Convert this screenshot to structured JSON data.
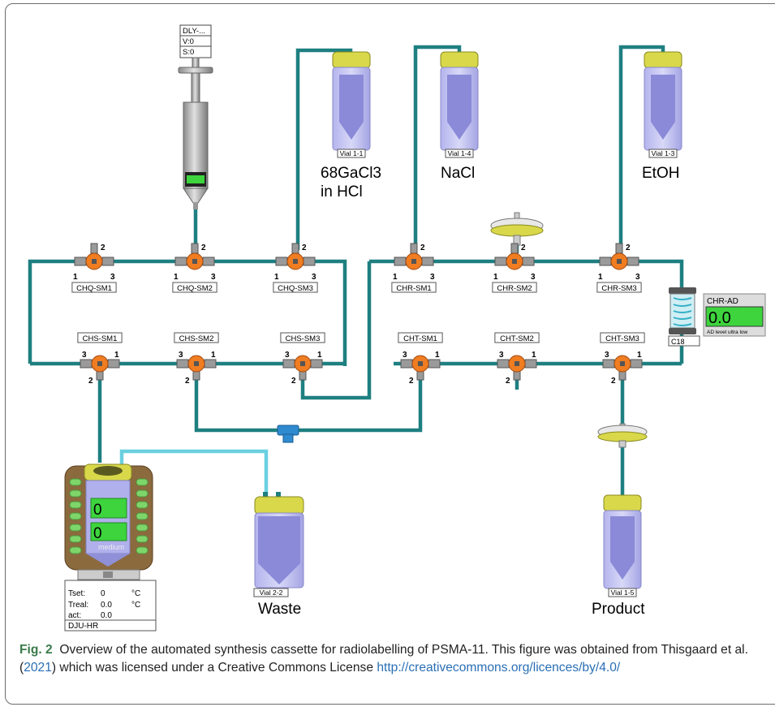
{
  "syringe": {
    "name": "DLY-...",
    "v": "V:0",
    "s": "S:0"
  },
  "reagents": [
    {
      "vial": "Vial 1-1",
      "line1": "68GaCl3",
      "line2": "in HCl"
    },
    {
      "vial": "Vial 1-4",
      "line1": "NaCl"
    },
    {
      "vial": "Vial 1-3",
      "line1": "EtOH"
    }
  ],
  "manifold_top": [
    "CHQ-SM1",
    "CHQ-SM2",
    "CHQ-SM3",
    "CHR-SM1",
    "CHR-SM2",
    "CHR-SM3"
  ],
  "manifold_bottom": [
    "CHS-SM1",
    "CHS-SM2",
    "CHS-SM3",
    "CHT-SM1",
    "CHT-SM2",
    "CHT-SM3"
  ],
  "port_numbers": {
    "p1": "1",
    "p2": "2",
    "p3": "3"
  },
  "detector": {
    "name": "CHR-AD",
    "value": "0.0",
    "status": "AD level ultra low",
    "cartridge": "C18"
  },
  "reactor": {
    "val1": "0",
    "val2": "0",
    "mode": "medium",
    "tset_label": "Tset:",
    "tset": "0",
    "treal_label": "Treal:",
    "treal": "0.0",
    "act_label": "act:",
    "act": "0.0",
    "unit": "°C",
    "name": "DJU-HR"
  },
  "waste": {
    "vial": "Vial 2-2",
    "label": "Waste"
  },
  "product": {
    "vial": "Vial 1-5",
    "label": "Product"
  },
  "caption": {
    "fig": "Fig. 2",
    "text": "Overview of the automated synthesis cassette for radiolabelling of PSMA-11. This figure was obtained from Thisgaard et al. (",
    "year": "2021",
    "text2": ") which was licensed under a Creative Commons License ",
    "url": "http://creativecommons.org/licences/by/4.0/"
  },
  "colors": {
    "tube": "#1e7f80",
    "tube_light": "#6ad0e0",
    "valve": "#f07d22",
    "cap": "#d8d84a",
    "vial": "#9a9ae8",
    "green": "#3dd43d"
  }
}
